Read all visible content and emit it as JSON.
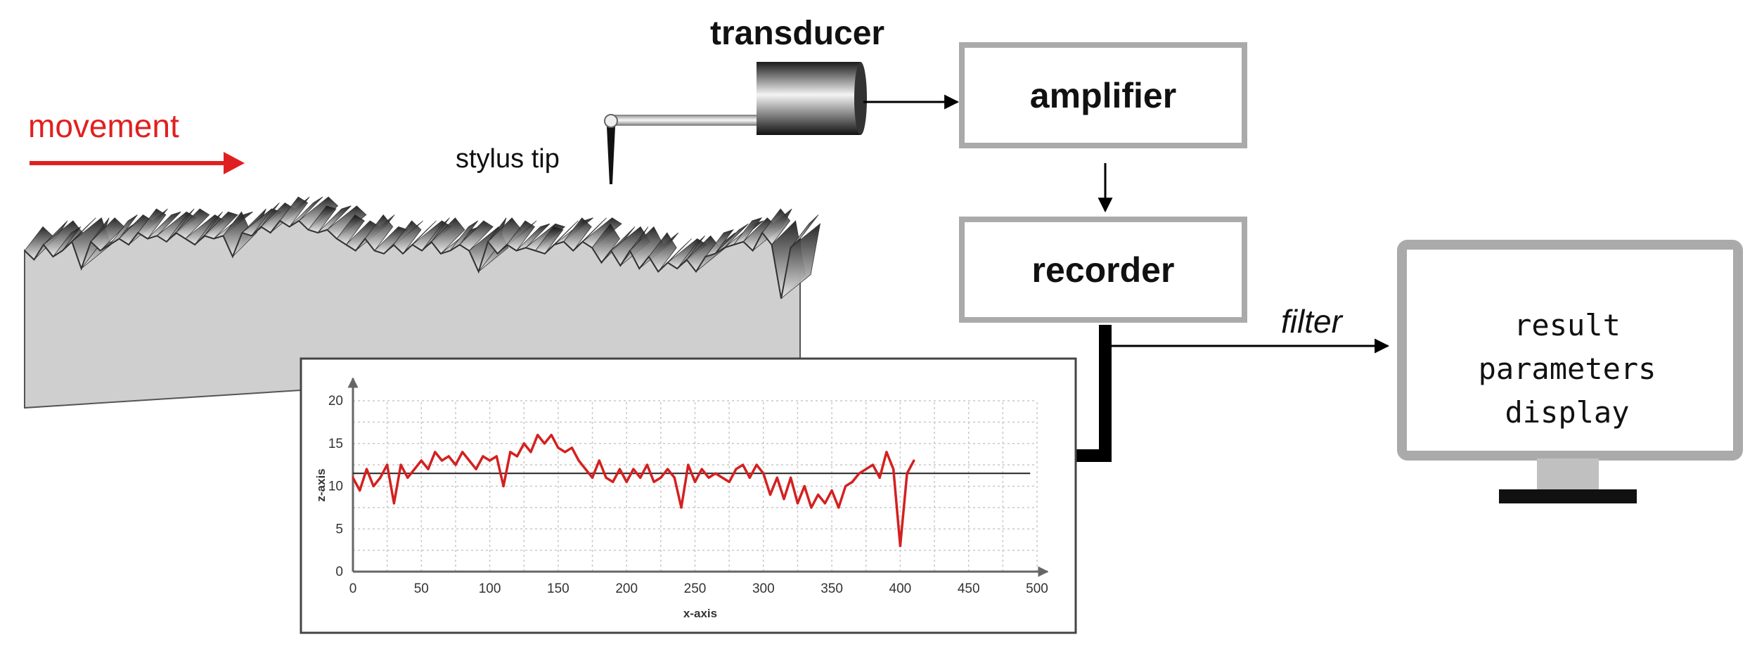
{
  "labels": {
    "movement": "movement",
    "stylus_tip": "stylus tip",
    "transducer": "transducer",
    "amplifier": "amplifier",
    "recorder": "recorder",
    "filter": "filter"
  },
  "monitor": {
    "lines": [
      "result",
      "parameters",
      "display"
    ]
  },
  "colors": {
    "movement_arrow": "#e02020",
    "profile_line": "#d42020",
    "box_border": "#aaaaaa",
    "surface_fill": "#cfcfcf"
  },
  "chart_data": {
    "type": "line",
    "xlabel": "x-axis",
    "ylabel": "z-axis",
    "xlim": [
      0,
      500
    ],
    "ylim": [
      0,
      20
    ],
    "x_ticks": [
      0,
      50,
      100,
      150,
      200,
      250,
      300,
      350,
      400,
      450,
      500
    ],
    "y_ticks": [
      0,
      5,
      10,
      15,
      20
    ],
    "grid": true,
    "mean_line": 11.5,
    "x": [
      0,
      5,
      10,
      15,
      20,
      25,
      30,
      35,
      40,
      45,
      50,
      55,
      60,
      65,
      70,
      75,
      80,
      85,
      90,
      95,
      100,
      105,
      110,
      115,
      120,
      125,
      130,
      135,
      140,
      145,
      150,
      155,
      160,
      165,
      170,
      175,
      180,
      185,
      190,
      195,
      200,
      205,
      210,
      215,
      220,
      225,
      230,
      235,
      240,
      245,
      250,
      255,
      260,
      265,
      270,
      275,
      280,
      285,
      290,
      295,
      300,
      305,
      310,
      315,
      320,
      325,
      330,
      335,
      340,
      345,
      350,
      355,
      360,
      365,
      370,
      375,
      380,
      385,
      390,
      395,
      400,
      405,
      410
    ],
    "values": [
      11,
      9.5,
      12,
      10,
      11,
      12.5,
      8,
      12.5,
      11,
      12,
      13,
      12,
      14,
      13,
      13.5,
      12.5,
      14,
      13,
      12,
      13.5,
      13,
      13.5,
      10,
      14,
      13.5,
      15,
      14,
      16,
      15,
      16,
      14.5,
      14,
      14.5,
      13,
      12,
      11,
      13,
      11,
      10.5,
      12,
      10.5,
      12,
      11,
      12.5,
      10.5,
      11,
      12,
      11,
      7.5,
      12.5,
      10.5,
      12,
      11,
      11.5,
      11,
      10.5,
      12,
      12.5,
      11,
      12.5,
      11.5,
      9,
      11,
      8.5,
      11,
      8,
      10,
      7.5,
      9,
      8,
      9.5,
      7.5,
      10,
      10.5,
      11.5,
      12,
      12.5,
      11,
      14,
      12,
      3,
      11.5,
      13
    ]
  }
}
